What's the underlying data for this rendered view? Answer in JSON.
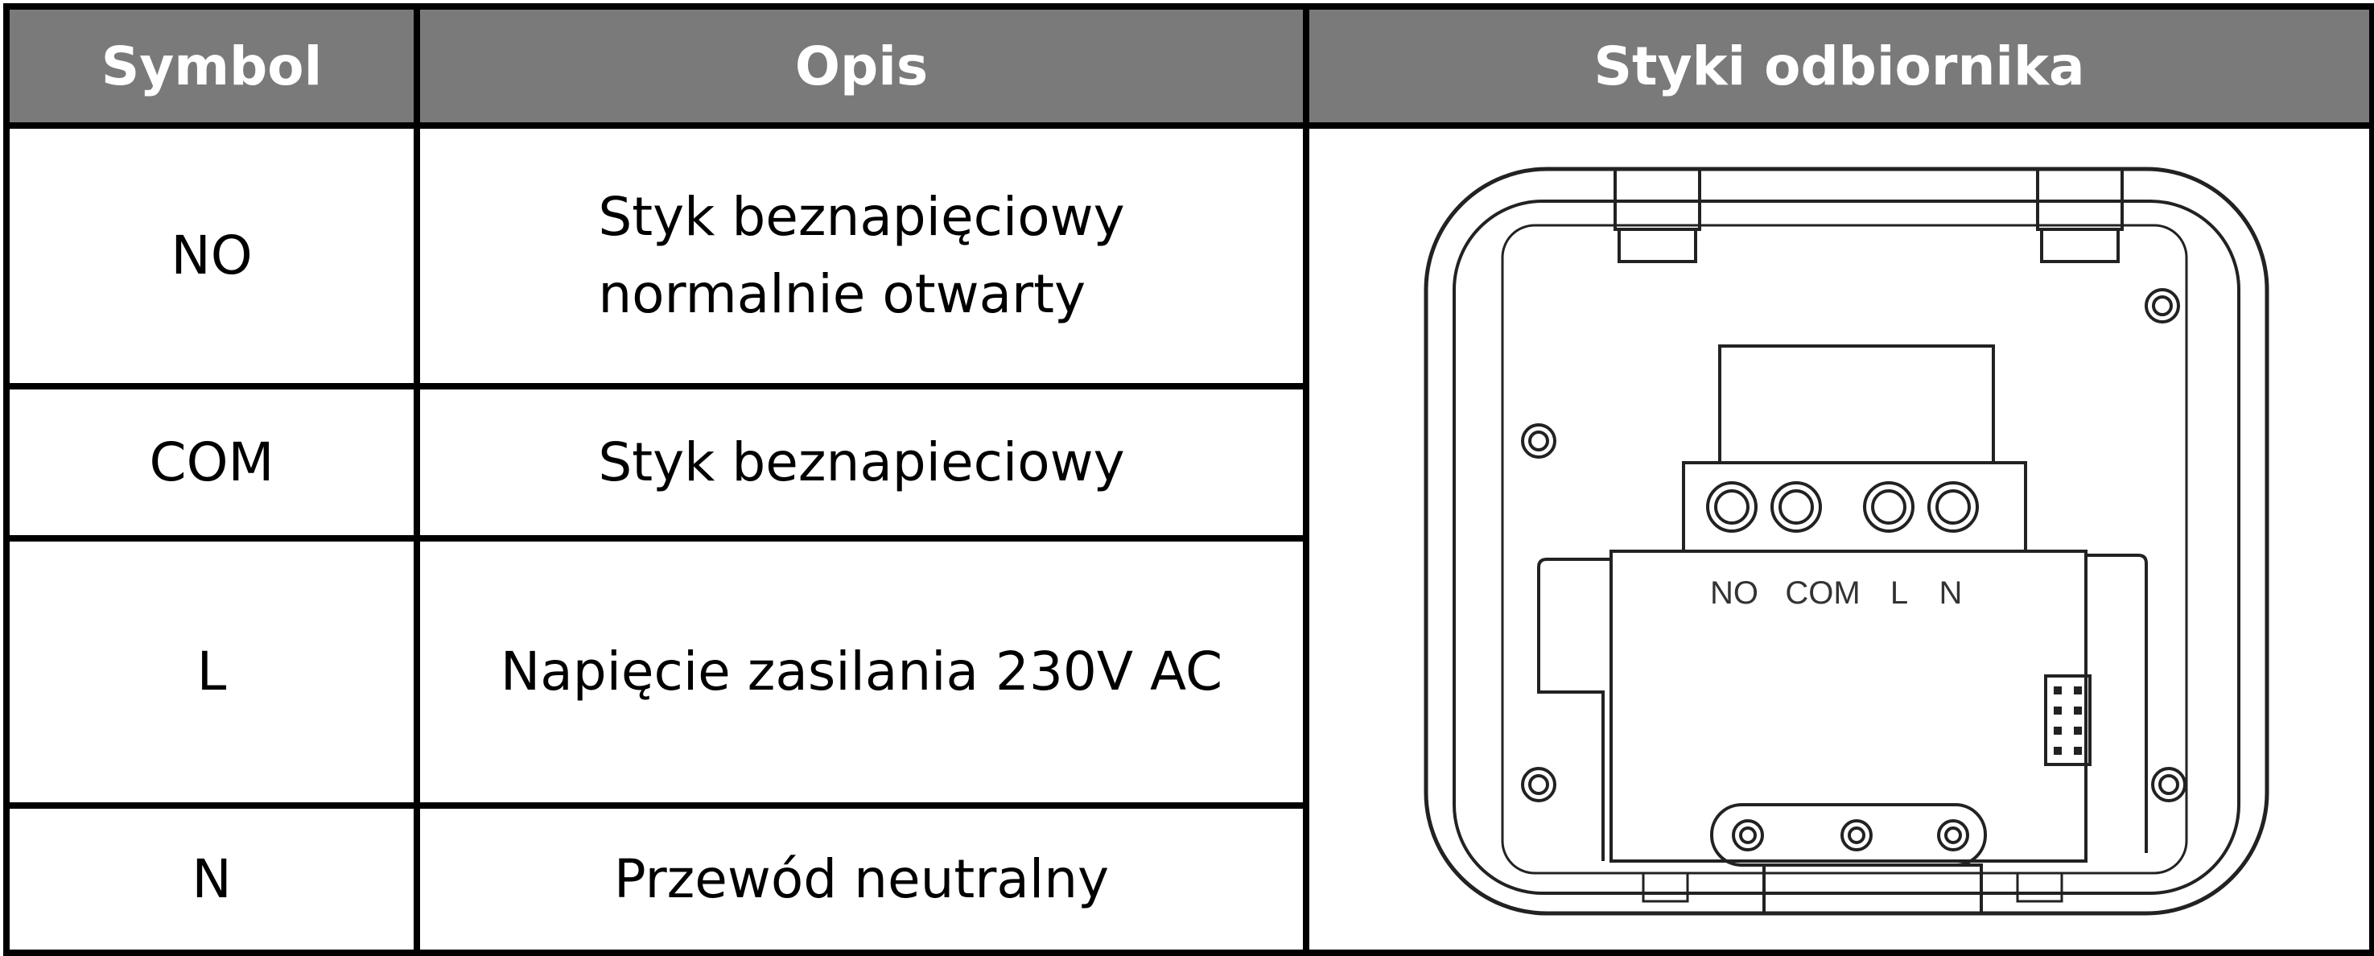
{
  "header": {
    "symbol": "Symbol",
    "opis": "Opis",
    "styki": "Styki odbiornika"
  },
  "rows": [
    {
      "symbol": "NO",
      "desc_line1": "Styk beznapięciowy",
      "desc_line2": "normalnie otwarty"
    },
    {
      "symbol": "COM",
      "desc": "Styk beznapieciowy"
    },
    {
      "symbol": "L",
      "desc": "Napięcie zasilania 230V AC"
    },
    {
      "symbol": "N",
      "desc": "Przewód neutralny"
    }
  ],
  "diagram_labels": {
    "no": "NO",
    "com": "COM",
    "l": "L",
    "n": "N"
  },
  "colors": {
    "header_bg": "#7a7a7a",
    "header_text": "#ffffff",
    "border": "#000000"
  }
}
